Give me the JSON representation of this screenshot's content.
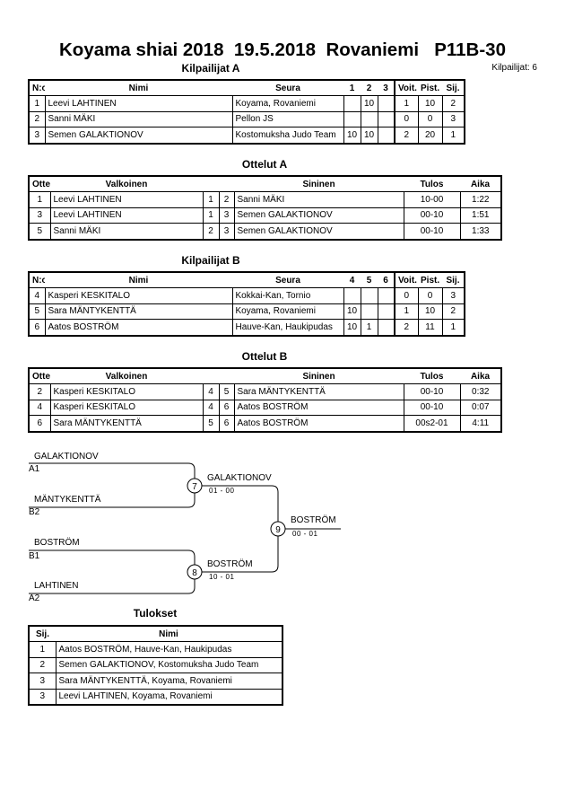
{
  "title": "Koyama shiai 2018  19.5.2018  Rovaniemi   P11B-30",
  "competitors_count": "Kilpailijat: 6",
  "pool_a": {
    "heading": "Kilpailijat A",
    "headers": [
      "N:o",
      "Nimi",
      "Seura",
      "1",
      "2",
      "3",
      "Voit.",
      "Pist.",
      "Sij."
    ],
    "rows": [
      {
        "no": "1",
        "name": "Leevi LAHTINEN",
        "club": "Koyama, Rovaniemi",
        "s1": "",
        "s2": "10",
        "s3": "",
        "wins": "1",
        "points": "10",
        "place": "2"
      },
      {
        "no": "2",
        "name": "Sanni MÄKI",
        "club": "Pellon JS",
        "s1": "",
        "s2": "",
        "s3": "",
        "wins": "0",
        "points": "0",
        "place": "3"
      },
      {
        "no": "3",
        "name": "Semen GALAKTIONOV",
        "club": "Kostomuksha Judo Team",
        "s1": "10",
        "s2": "10",
        "s3": "",
        "wins": "2",
        "points": "20",
        "place": "1"
      }
    ]
  },
  "matches_a": {
    "heading": "Ottelut A",
    "headers": [
      "Ottelu",
      "Valkoinen",
      "",
      "",
      "Sininen",
      "Tulos",
      "Aika"
    ],
    "rows": [
      {
        "match": "1",
        "white": "Leevi LAHTINEN",
        "w": "1",
        "b": "2",
        "blue": "Sanni MÄKI",
        "result": "10-00",
        "time": "1:22"
      },
      {
        "match": "3",
        "white": "Leevi LAHTINEN",
        "w": "1",
        "b": "3",
        "blue": "Semen GALAKTIONOV",
        "result": "00-10",
        "time": "1:51"
      },
      {
        "match": "5",
        "white": "Sanni MÄKI",
        "w": "2",
        "b": "3",
        "blue": "Semen GALAKTIONOV",
        "result": "00-10",
        "time": "1:33"
      }
    ]
  },
  "pool_b": {
    "heading": "Kilpailijat B",
    "headers": [
      "N:o",
      "Nimi",
      "Seura",
      "4",
      "5",
      "6",
      "Voit.",
      "Pist.",
      "Sij."
    ],
    "rows": [
      {
        "no": "4",
        "name": "Kasperi KESKITALO",
        "club": "Kokkai-Kan, Tornio",
        "s1": "",
        "s2": "",
        "s3": "",
        "wins": "0",
        "points": "0",
        "place": "3"
      },
      {
        "no": "5",
        "name": "Sara MÄNTYKENTTÄ",
        "club": "Koyama, Rovaniemi",
        "s1": "10",
        "s2": "",
        "s3": "",
        "wins": "1",
        "points": "10",
        "place": "2"
      },
      {
        "no": "6",
        "name": "Aatos BOSTRÖM",
        "club": "Hauve-Kan, Haukipudas",
        "s1": "10",
        "s2": "1",
        "s3": "",
        "wins": "2",
        "points": "11",
        "place": "1"
      }
    ]
  },
  "matches_b": {
    "heading": "Ottelut B",
    "headers": [
      "Ottelu",
      "Valkoinen",
      "",
      "",
      "Sininen",
      "Tulos",
      "Aika"
    ],
    "rows": [
      {
        "match": "2",
        "white": "Kasperi KESKITALO",
        "w": "4",
        "b": "5",
        "blue": "Sara MÄNTYKENTTÄ",
        "result": "00-10",
        "time": "0:32"
      },
      {
        "match": "4",
        "white": "Kasperi KESKITALO",
        "w": "4",
        "b": "6",
        "blue": "Aatos BOSTRÖM",
        "result": "00-10",
        "time": "0:07"
      },
      {
        "match": "6",
        "white": "Sara MÄNTYKENTTÄ",
        "w": "5",
        "b": "6",
        "blue": "Aatos BOSTRÖM",
        "result": "00s2-01",
        "time": "4:11"
      }
    ]
  },
  "bracket": {
    "slots": [
      {
        "name": "GALAKTIONOV",
        "seed": "A1"
      },
      {
        "name": "MÄNTYKENTTÄ",
        "seed": "B2"
      },
      {
        "name": "BOSTRÖM",
        "seed": "B1"
      },
      {
        "name": "LAHTINEN",
        "seed": "A2"
      }
    ],
    "semi1": {
      "match": "7",
      "winner": "GALAKTIONOV",
      "score": "01 - 00"
    },
    "semi2": {
      "match": "8",
      "winner": "BOSTRÖM",
      "score": "10 - 01"
    },
    "final": {
      "match": "9",
      "winner": "BOSTRÖM",
      "score": "00 - 01"
    }
  },
  "results": {
    "heading": "Tulokset",
    "headers": [
      "Sij.",
      "Nimi"
    ],
    "rows": [
      {
        "place": "1",
        "name": "Aatos BOSTRÖM, Hauve-Kan, Haukipudas"
      },
      {
        "place": "2",
        "name": "Semen GALAKTIONOV, Kostomuksha Judo Team"
      },
      {
        "place": "3",
        "name": "Sara MÄNTYKENTTÄ, Koyama, Rovaniemi"
      },
      {
        "place": "3",
        "name": "Leevi LAHTINEN, Koyama, Rovaniemi"
      }
    ]
  }
}
